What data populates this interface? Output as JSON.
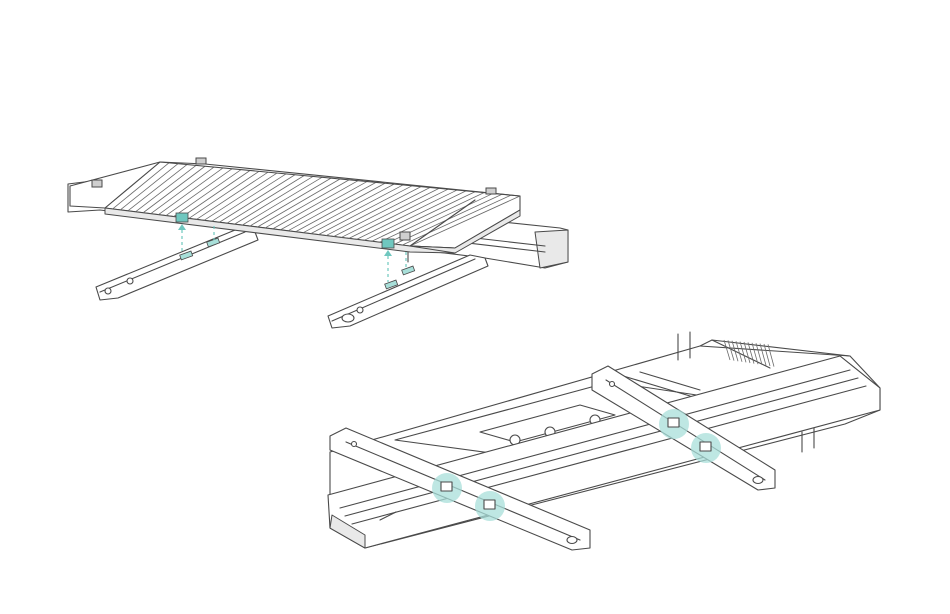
{
  "colors": {
    "line": "#4a4a4a",
    "accent_teal": "#6fc7bf",
    "highlight_teal": "#a8dfd9",
    "background": "#ffffff"
  },
  "figures": [
    {
      "id": "top",
      "description_key": "heatsink-plate-attach"
    },
    {
      "id": "bottom",
      "description_key": "rail-assembly-underside"
    }
  ]
}
